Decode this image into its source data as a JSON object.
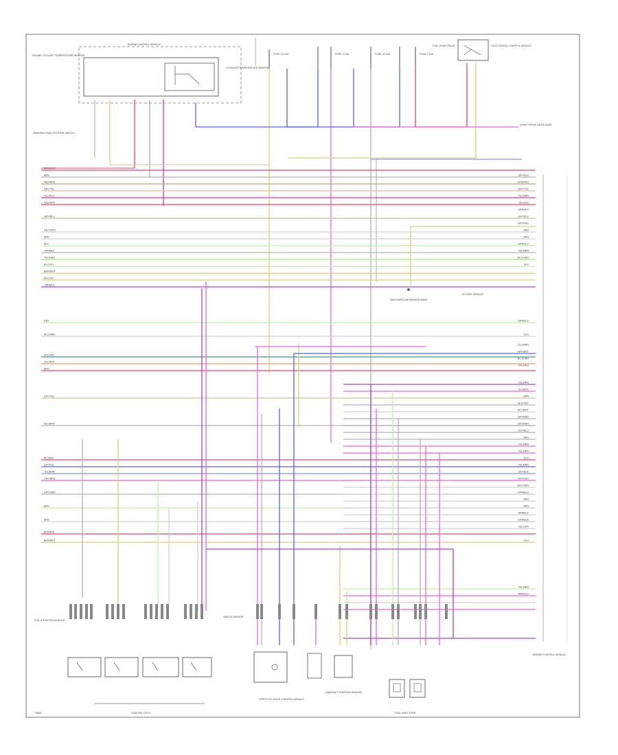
{
  "diagram": {
    "page_code": "74836",
    "top_left_block_title": "ENGINE CONTROL MODULE",
    "top_left_block_left_note": "ENGINE COOLANT TEMPERATURE SENSOR",
    "top_left_block_right_note": "COOLANT TEMPERATURE SENSOR",
    "left_switch_note": "PARK/NEUTRAL POSITION SWITCH",
    "fuses": [
      {
        "id": "fuse-1",
        "text": "FUSE 13 10A"
      },
      {
        "id": "fuse-2",
        "text": "FUSE 9 10A"
      },
      {
        "id": "fuse-3",
        "text": "FUSE 22 15A"
      },
      {
        "id": "fuse-4",
        "text": "FUSE 5 10A"
      }
    ],
    "relay_box_label": "FUEL PUMP RELAY",
    "relay_side_note": "ELECTRONIC CONTROL MODULE",
    "right_top_note": "EVAP PURGE VALVE (N80)",
    "mid_center_note": "MASS AIRFLOW SENSOR (MAF)",
    "mid_right_note": "OXYGEN SENSOR",
    "left_wire_labels": [
      "BRN/WHT",
      "BRN",
      "RED/BRN",
      "GRY/YEL",
      "YEL/RED",
      "RED/WHT",
      "GRY/BLU",
      "GRY/GRN",
      "BRN",
      "BLK",
      "GRN/BLK",
      "YEL/GRN",
      "BLK/YEL",
      "BRN/WHT",
      "BLK/VIO",
      "GRN/BLK",
      "RED",
      "BLU/GRN",
      "YEL/GRY",
      "YEL/RED",
      "BRN",
      "GRY/YEL",
      "YEL/BRN",
      "BLU/BLK",
      "GRY/YEL",
      "YEL/BRN",
      "GRY/BRN",
      "GRY/GRN",
      "BRN",
      "BRN",
      "BRN/BLK",
      "BRN/WHT"
    ],
    "right_wire_labels": [
      "GRY/BLK",
      "GRN/RED",
      "GRY/YEL",
      "YEL/BRN",
      "YEL/BLK",
      "GRN/BLK",
      "GRY/BLK",
      "GRY/RED",
      "BRN",
      "BRN",
      "GRN/BLK",
      "YEL/BRN",
      "BLU/GRN",
      "BLK",
      "GRN/BLK",
      "BLK",
      "BLU/BRN",
      "GRY/WHT",
      "BLU/GRN",
      "YEL/RED",
      "YEL/BRN",
      "BLU/BLK",
      "BRN",
      "BLK/GRY",
      "BLK/WHT",
      "GRY/BRN",
      "GRY/BRN",
      "GRY/BLU",
      "RED",
      "YEL/BRN",
      "YEL/BRN",
      "BLK",
      "YEL/BRN",
      "GRY/BLK",
      "GRY/RED",
      "GRY/GRN",
      "GRN/BLK",
      "BRN",
      "BRN",
      "BRN/BLK",
      "GRN/BLK",
      "YEL/GRY",
      "BLK",
      "YEL/BRN",
      "BRN/BLK"
    ],
    "bottom_labels": {
      "cyl_left_note": "COIL & IGNITION MODULE",
      "cyl_mid_note": "KNOCK SENSOR",
      "ignition_group": "IGNITION COILS",
      "throttle_module": "THROTTLE VALVE CONTROL MODULE",
      "cam_sensor": "CAMSHAFT POSITION SENSOR",
      "injectors_group": "FUEL INJECTORS",
      "right_ecm_note": "ENGINE CONTROL MODULE"
    }
  }
}
